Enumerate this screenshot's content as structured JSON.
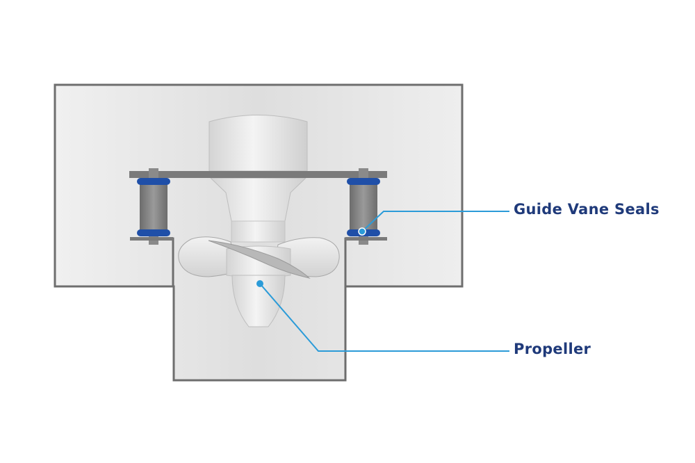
{
  "diagram": {
    "type": "cross-section illustration",
    "subject": "Turbine housing with propeller and guide vane seals",
    "colors": {
      "background": "#ffffff",
      "housing_fill": "#e6e6e6",
      "housing_stroke": "#6e6e6e",
      "seal_blue": "#1f4fa8",
      "post_gray": "#8a8a8a",
      "callout_line": "#2b9bd8",
      "label_text": "#1f3a7a"
    },
    "callouts": [
      {
        "id": "guide-vane-seals",
        "label": "Guide Vane Seals"
      },
      {
        "id": "propeller",
        "label": "Propeller"
      }
    ]
  }
}
